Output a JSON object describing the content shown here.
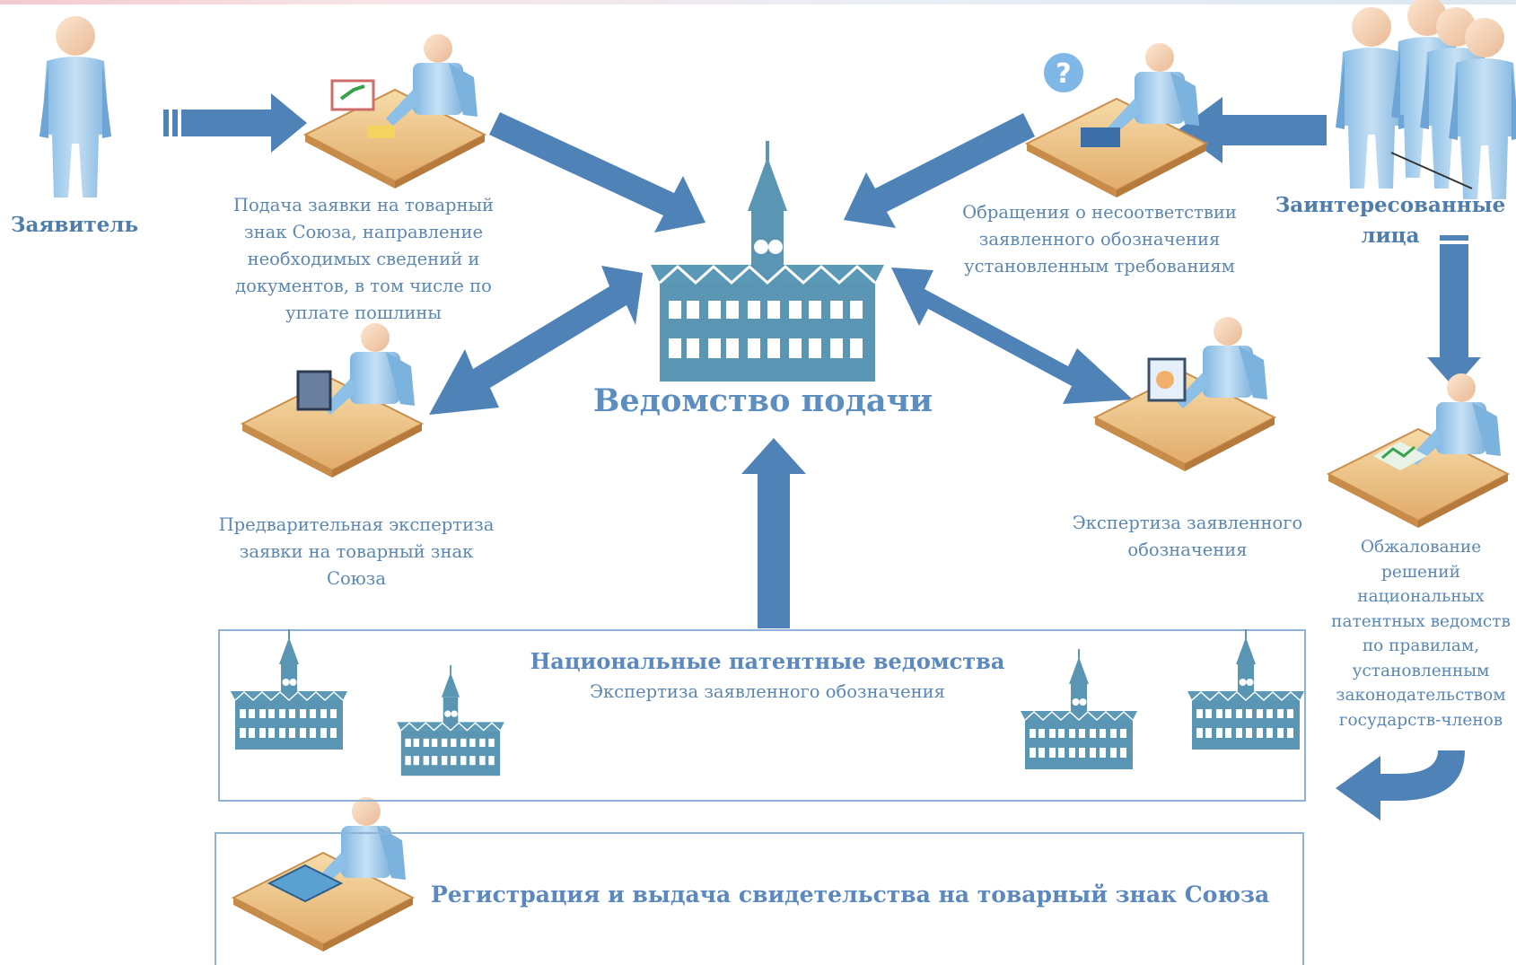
{
  "nodes": {
    "applicant": "Заявитель",
    "interested_parties": "Заинтересованные лица",
    "filing": "Подача заявки на товарный знак Союза, направление необходимых сведений и документов, в том числе по уплате пошлины",
    "complaints": "Обращения о несоответствии заявленного обозначения установленным требованиям",
    "receiving_office": "Ведомство подачи",
    "preliminary_exam": "Предварительная экспертиза заявки на товарный знак Союза",
    "substantive_exam": "Экспертиза заявленного обозначения",
    "appeal": "Обжалование решений национальных патентных ведомств по правилам, установленным законодательством государств-членов",
    "national_offices_title": "Национальные патентные ведомства",
    "national_offices_subtitle": "Экспертиза заявленного обозначения",
    "registration": "Регистрация и выдача свидетельства  на товарный знак Союза"
  },
  "colors": {
    "arrow": "#4f82b6",
    "text": "#5b87b5",
    "building": "#4b8aa8",
    "person": "#a8cdea",
    "desk": "#f0c98c",
    "box_border": "#8fb3d6"
  },
  "icons": [
    "person-icon",
    "group-icon",
    "desk-worker-icon",
    "building-icon"
  ]
}
